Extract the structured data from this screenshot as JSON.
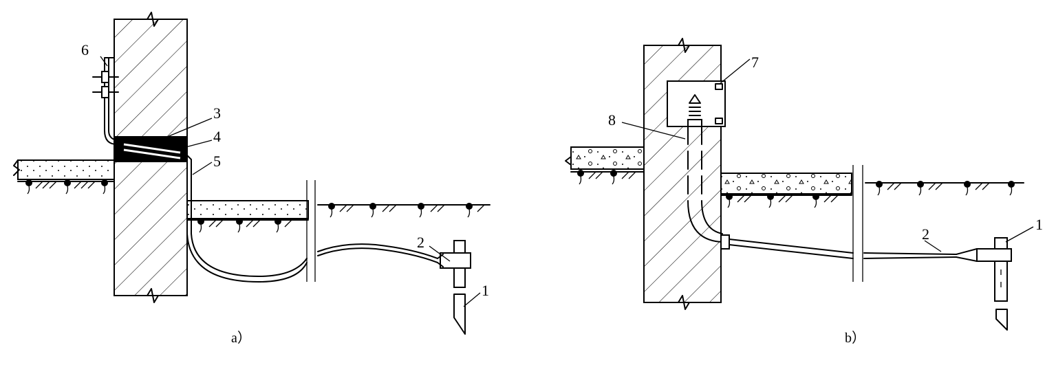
{
  "diagram": {
    "panel_a": {
      "caption": "a）",
      "labels": {
        "n1": "1",
        "n2": "2",
        "n3": "3",
        "n4": "4",
        "n5": "5",
        "n6": "6"
      }
    },
    "panel_b": {
      "caption": "b）",
      "labels": {
        "n1": "1",
        "n2": "2",
        "n7": "7",
        "n8": "8"
      }
    }
  }
}
